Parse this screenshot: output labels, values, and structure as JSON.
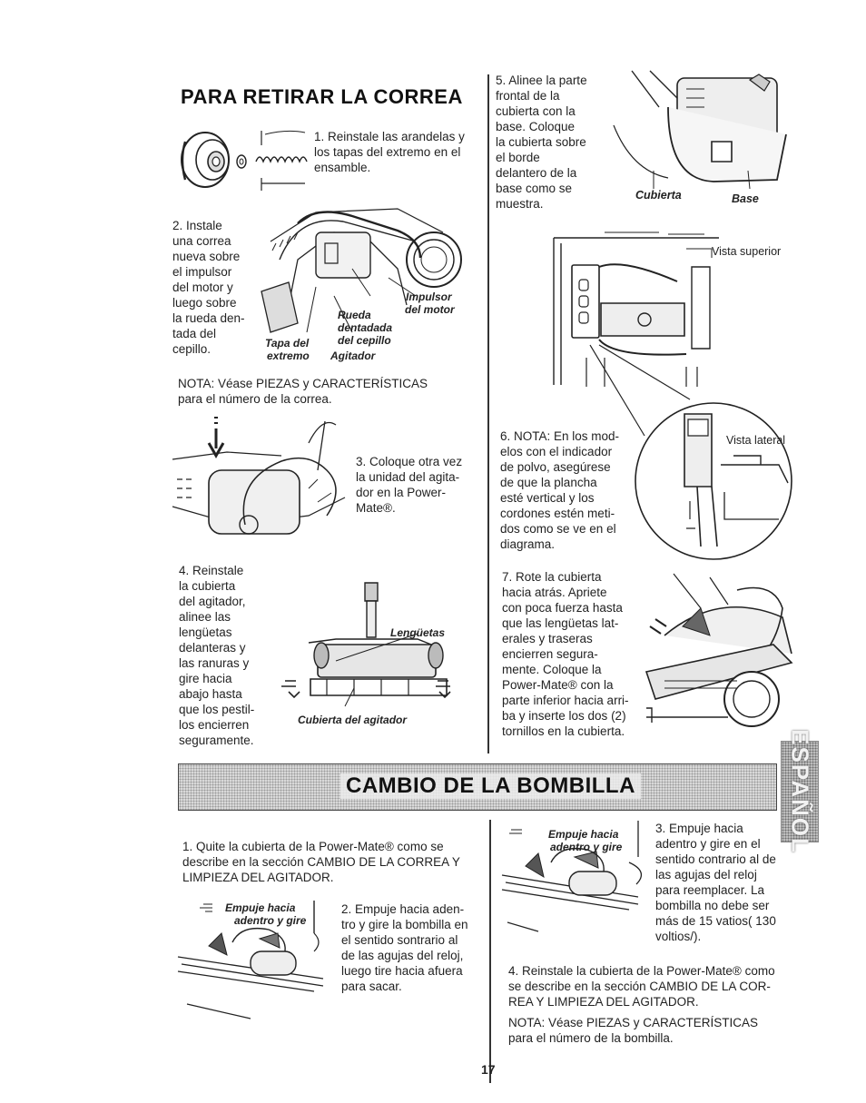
{
  "belt": {
    "title": "PARA RETIRAR LA CORREA",
    "step1": "1. Reinstale las arandelas y los tapas del extremo en el ensamble.",
    "step2_lines": [
      "2. Instale",
      "una correa",
      "nueva sobre",
      "el impulsor",
      "del motor y",
      "luego sobre",
      "la rueda den-",
      "tada del",
      "cepillo."
    ],
    "label_impulsor": "Impulsor",
    "label_del_motor": "del motor",
    "label_rueda": "Rueda",
    "label_dentadada": "dentadada",
    "label_del_cepillo": "del cepillo",
    "label_tapa_del": "Tapa del",
    "label_extremo": "extremo",
    "label_agitador": "Agitador",
    "note_lines": [
      "NOTA: Véase PIEZAS y CARACTERÍSTICAS",
      "para el número de la correa."
    ],
    "step3_lines": [
      "3. Coloque otra vez",
      "la unidad del agita-",
      "dor en la Power-",
      "Mate®."
    ],
    "step4_lines": [
      "4. Reinstale",
      "la cubierta",
      "del agitador,",
      "alinee las",
      "lengüetas",
      "delanteras y",
      "las ranuras y",
      "gire hacia",
      "abajo hasta",
      "que los pestil-",
      "los encierren",
      "seguramente."
    ],
    "label_lenguetas": "Lengüetas",
    "label_cubierta_agitador": "Cubierta del agitador",
    "step5_lines": [
      "5. Alinee la parte",
      "frontal de la",
      "cubierta con la",
      "base. Coloque",
      "la cubierta sobre",
      "el borde",
      "delantero de la",
      "base como se",
      "muestra."
    ],
    "label_cubierta": "Cubierta",
    "label_base": "Base",
    "label_vista_superior": "Vista superior",
    "label_vista_lateral": "Vista lateral",
    "step6_lines": [
      "6. NOTA: En los mod-",
      "elos con el indicador",
      "de polvo, asegúrese",
      "de que la plancha",
      "esté vertical y los",
      "cordones estén meti-",
      "dos como se ve en el",
      "diagrama."
    ],
    "step7_lines": [
      "7. Rote la cubierta",
      "hacia atrás. Apriete",
      "con poca fuerza hasta",
      "que las lengüetas lat-",
      "erales y traseras",
      "encierren segura-",
      "mente. Coloque la",
      "Power-Mate® con la",
      "parte inferior hacia arri-",
      "ba y inserte los dos (2)",
      "tornillos en la cubierta."
    ]
  },
  "bulb": {
    "title": "CAMBIO DE LA BOMBILLA",
    "step1_lines": [
      "1. Quite la cubierta de la Power-Mate® como se",
      "describe en la sección CAMBIO DE LA CORREA Y",
      "LIMPIEZA DEL AGITADOR."
    ],
    "label_empuje": "Empuje hacia",
    "label_adentro": "adentro y gire",
    "step2_lines": [
      "2. Empuje hacia aden-",
      "tro y gire la bombilla en",
      "el sentido sontrario al",
      "de las agujas del reloj,",
      "luego tire hacia afuera",
      "para sacar."
    ],
    "step3_lines": [
      "3. Empuje hacia",
      "adentro y gire en el",
      "sentido contrario al de",
      "las agujas del reloj",
      "para reemplacer. La",
      "bombilla no debe ser",
      "más de 15 vatios( 130",
      "voltios/)."
    ],
    "step4_lines": [
      "4. Reinstale la cubierta de la Power-Mate® como",
      "se describe en la sección CAMBIO DE LA COR-",
      "REA Y LIMPIEZA DEL AGITADOR."
    ],
    "note_lines": [
      "NOTA: Véase PIEZAS y CARACTERÍSTICAS",
      "para el número de la bombilla."
    ]
  },
  "side_tab": "ESPAÑOL",
  "page_number": "17"
}
